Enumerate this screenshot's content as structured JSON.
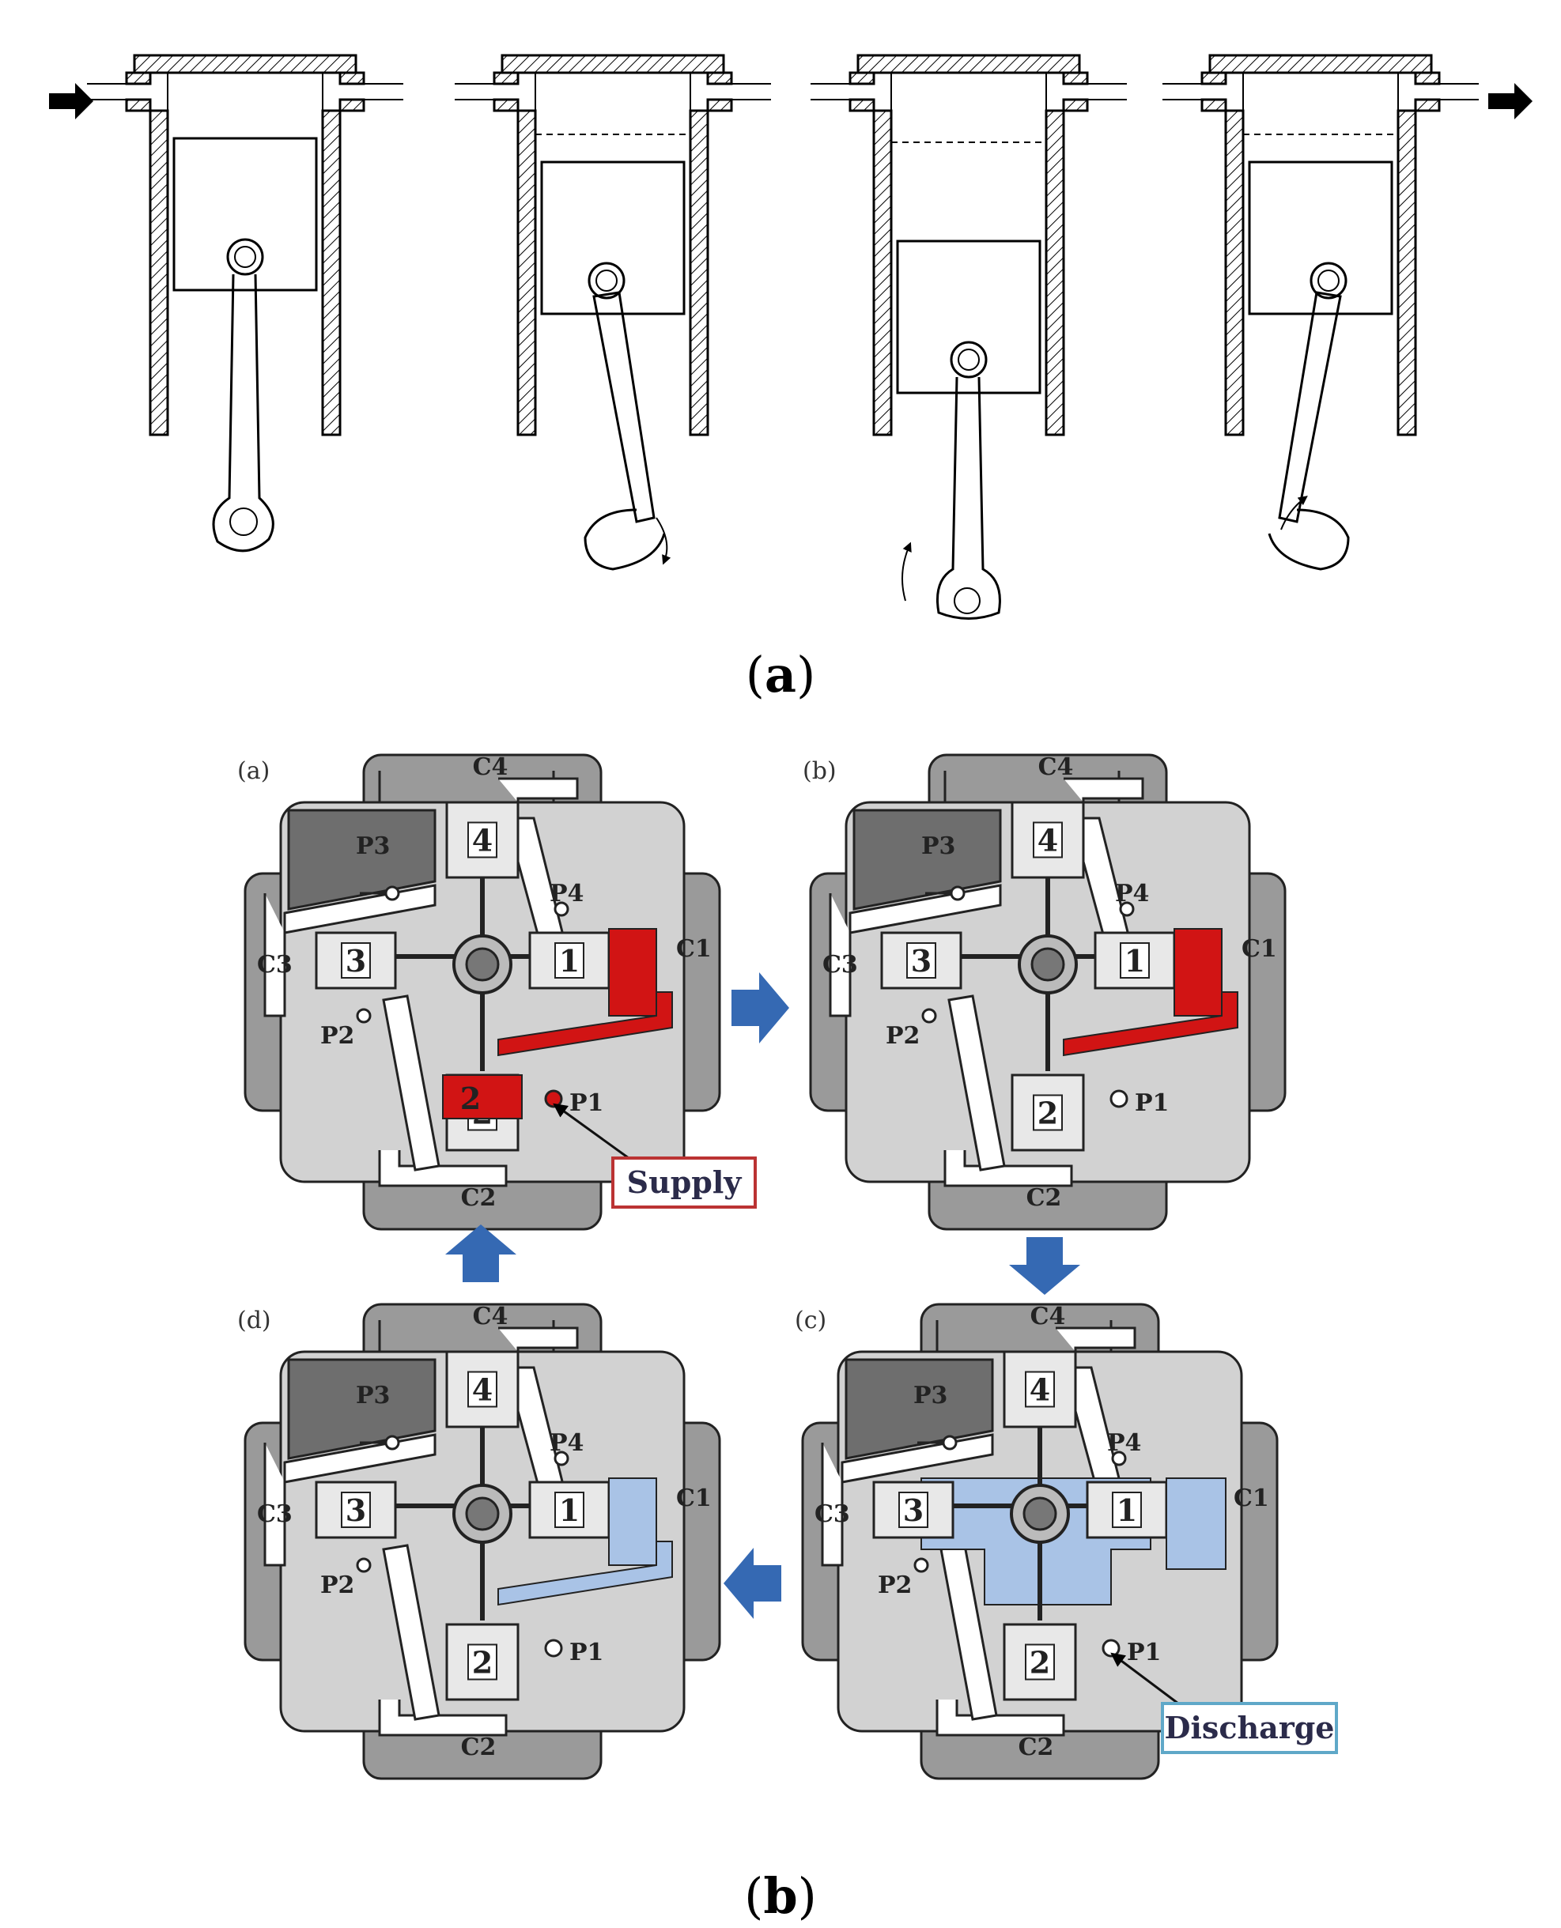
{
  "captions": {
    "part_a": "(a)",
    "part_a_letter": "a",
    "part_b_letter": "b",
    "part_b": "(b)"
  },
  "panel_b": {
    "subpanels": [
      {
        "id": "a",
        "label": "(a)",
        "ports": {
          "P1": "P1",
          "P2": "P2",
          "P3": "P3",
          "P4": "P4",
          "C1": "C1",
          "C2": "C2",
          "C3": "C3",
          "C4": "C4"
        },
        "pistons": [
          "1",
          "2",
          "3",
          "4"
        ],
        "callout": "Supply",
        "highlight_color": "#d11414"
      },
      {
        "id": "b",
        "label": "(b)",
        "ports": {
          "P1": "P1",
          "P2": "P2",
          "P3": "P3",
          "P4": "P4",
          "C1": "C1",
          "C2": "C2",
          "C3": "C3",
          "C4": "C4"
        },
        "pistons": [
          "1",
          "2",
          "3",
          "4"
        ],
        "highlight_color": "#d11414"
      },
      {
        "id": "c",
        "label": "(c)",
        "ports": {
          "P1": "P1",
          "P2": "P2",
          "P3": "P3",
          "P4": "P4",
          "C1": "C1",
          "C2": "C2",
          "C3": "C3",
          "C4": "C4"
        },
        "pistons": [
          "1",
          "2",
          "3",
          "4"
        ],
        "callout": "Discharge",
        "highlight_color": "#a9c3e6"
      },
      {
        "id": "d",
        "label": "(d)",
        "ports": {
          "P1": "P1",
          "P2": "P2",
          "P3": "P3",
          "P4": "P4",
          "C1": "C1",
          "C2": "C2",
          "C3": "C3",
          "C4": "C4"
        },
        "pistons": [
          "1",
          "2",
          "3",
          "4"
        ],
        "highlight_color": "#a9c3e6"
      }
    ],
    "arrow_color": "#3569b3"
  }
}
